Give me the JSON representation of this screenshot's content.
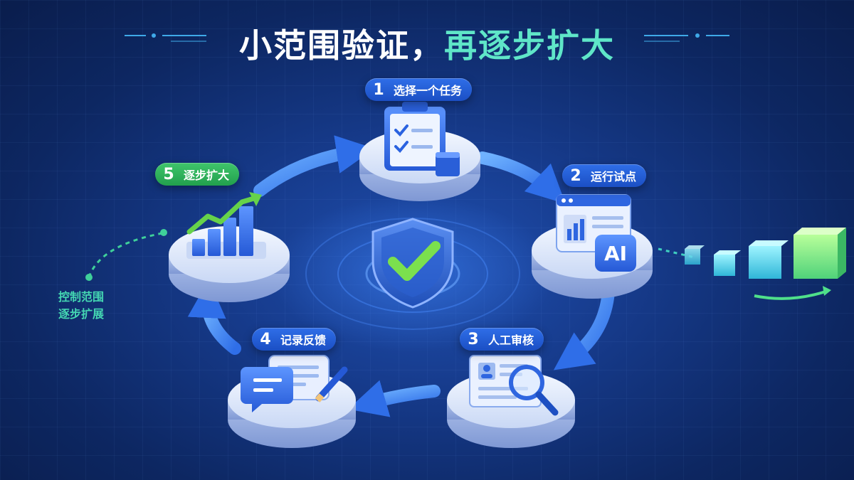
{
  "title": {
    "main": "小范围验证，",
    "accent": "再逐步扩大"
  },
  "steps": [
    {
      "number": "1",
      "label": "选择一个任务"
    },
    {
      "number": "2",
      "label": "运行试点"
    },
    {
      "number": "3",
      "label": "人工审核"
    },
    {
      "number": "4",
      "label": "记录反馈"
    },
    {
      "number": "5",
      "label": "逐步扩大"
    }
  ],
  "side_note": {
    "line1": "控制范围",
    "line2": "逐步扩展"
  },
  "ai_icon_text": "AI",
  "colors": {
    "background": "#0d2762",
    "step_badge": "#2f6ee8",
    "expand_badge": "#3fc56b",
    "accent_text": "#5fe6c8",
    "check": "#6fd64a"
  },
  "icons": [
    "clipboard-icon",
    "ai-window-icon",
    "profile-search-icon",
    "chat-feedback-icon",
    "growth-chart-icon",
    "shield-check-icon"
  ]
}
